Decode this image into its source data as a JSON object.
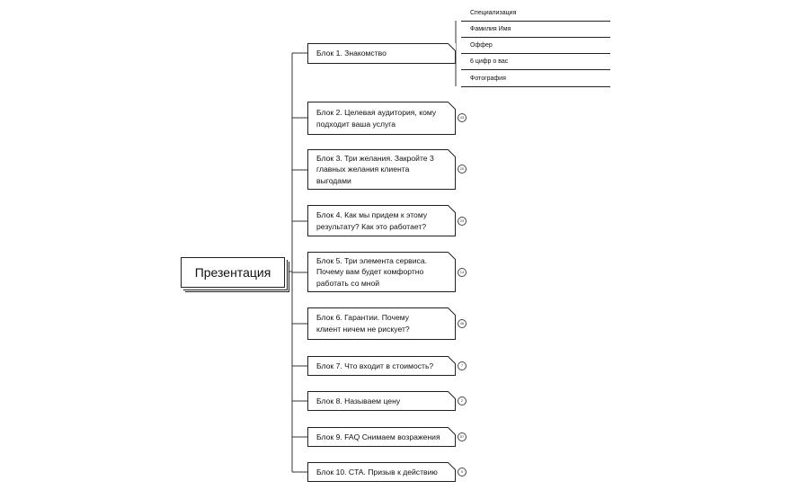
{
  "root": {
    "label": "Презентация"
  },
  "blocks": [
    {
      "label": "Блок 1. Знакомство",
      "badge": ""
    },
    {
      "label": "Блок 2. Целевая аудитория, кому\nподходит ваша услуга",
      "badge": "43"
    },
    {
      "label": "Блок 3. Три желания. Закройте 3\nглавных желания клиента\nвыгодами",
      "badge": "20"
    },
    {
      "label": "Блок 4. Как мы придем к этому\nрезультату? Как это работает?",
      "badge": "23"
    },
    {
      "label": "Блок 5. Три элемента сервиса.\nПочему вам будет комфортно\nработать со мной",
      "badge": "14"
    },
    {
      "label": "Блок 6.  Гарантии.  Почему\nклиент ничем не рискует?",
      "badge": "46"
    },
    {
      "label": "Блок 7. Что входит в стоимость?",
      "badge": "7"
    },
    {
      "label": "Блок 8. Называем цену",
      "badge": "2"
    },
    {
      "label": "Блок 9. FAQ Снимаем возражения",
      "badge": "87"
    },
    {
      "label": "Блок 10. CTA. Призыв к действию",
      "badge": "5"
    }
  ],
  "subitems": [
    {
      "label": "Специализация"
    },
    {
      "label": "Фамилия Имя"
    },
    {
      "label": "Оффер"
    },
    {
      "label": "6 цифр о вас"
    },
    {
      "label": "Фотография"
    }
  ]
}
